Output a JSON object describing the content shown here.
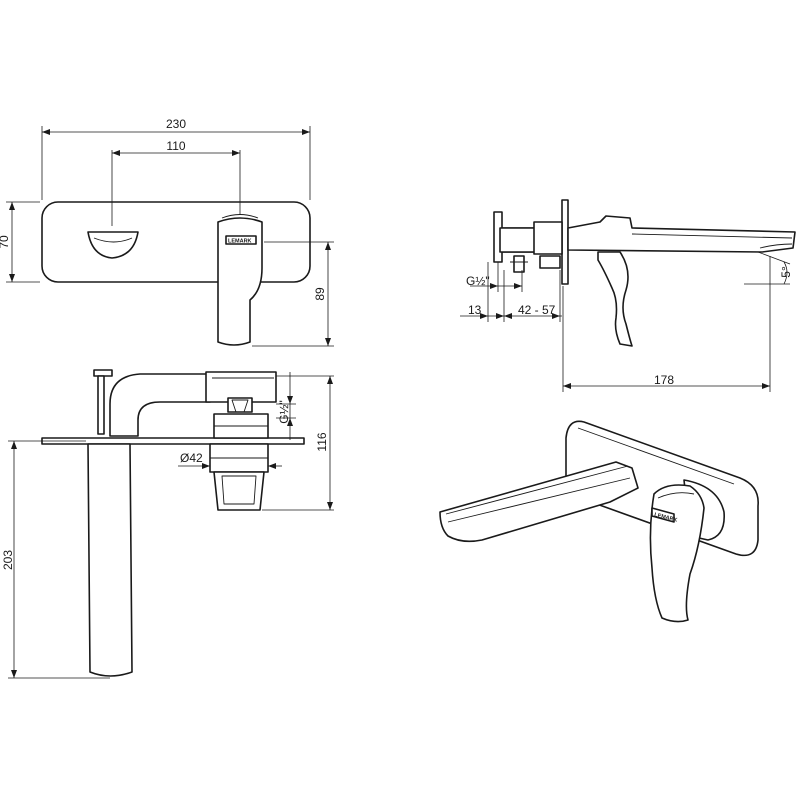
{
  "dimensions": {
    "front_width": "230",
    "front_center": "110",
    "front_height": "70",
    "handle_projection": "89",
    "side_thread": "G½\"",
    "side_wall": "13",
    "side_range": "42 - 57",
    "side_spout": "178",
    "side_angle": "5°",
    "top_thread": "G½\"",
    "top_diameter": "Ø42",
    "top_body": "116",
    "top_spout": "203"
  },
  "brand": {
    "logo_text": "LEMARK"
  }
}
